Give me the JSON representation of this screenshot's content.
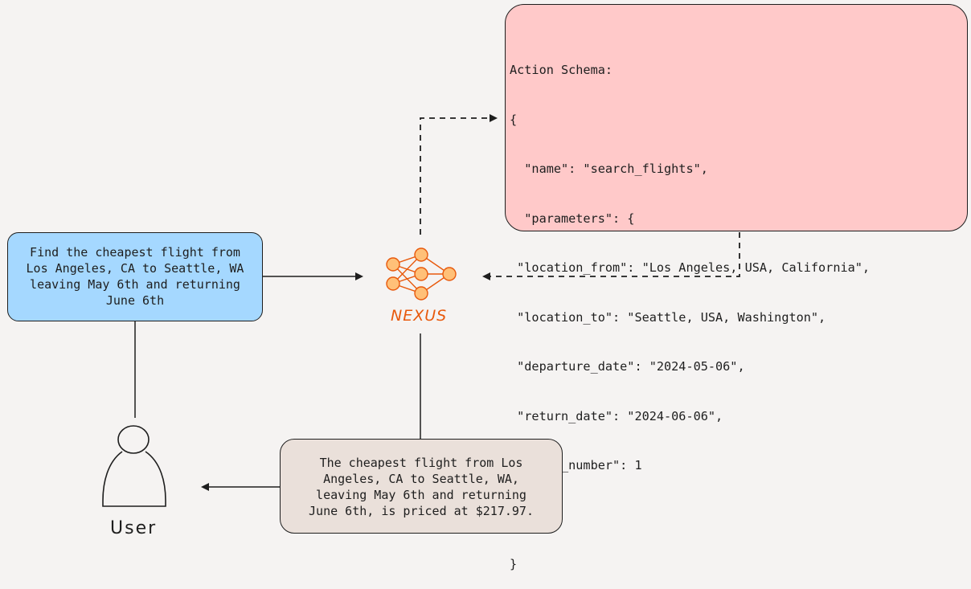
{
  "user_query": {
    "lines": [
      "Find the cheapest flight from",
      "Los Angeles, CA to Seattle, WA",
      "leaving May 6th and returning",
      "June 6th"
    ]
  },
  "action_schema": {
    "lines": [
      "Action Schema:",
      "{",
      "  \"name\": \"search_flights\",",
      "  \"parameters\": {",
      " \"location_from\": \"Los Angeles, USA, California\",",
      " \"location_to\": \"Seattle, USA, Washington\",",
      " \"departure_date\": \"2024-05-06\",",
      " \"return_date\": \"2024-06-06\",",
      " \"adult_number\": 1",
      "  }",
      "}"
    ]
  },
  "answer": {
    "lines": [
      "The cheapest flight from Los",
      "Angeles, CA to Seattle, WA,",
      "leaving May 6th and returning",
      "June 6th, is priced at $217.97."
    ]
  },
  "nexus": {
    "label": "NEXUS",
    "icon": "neural-network-icon",
    "node_color": "#ffc078",
    "label_color": "#e8590c"
  },
  "user": {
    "label": "User",
    "icon": "person-icon"
  },
  "colors": {
    "query_fill": "#a5d8ff",
    "schema_fill": "#ffc9c9",
    "answer_fill": "#eae0da",
    "stroke": "#1e1e1e"
  }
}
